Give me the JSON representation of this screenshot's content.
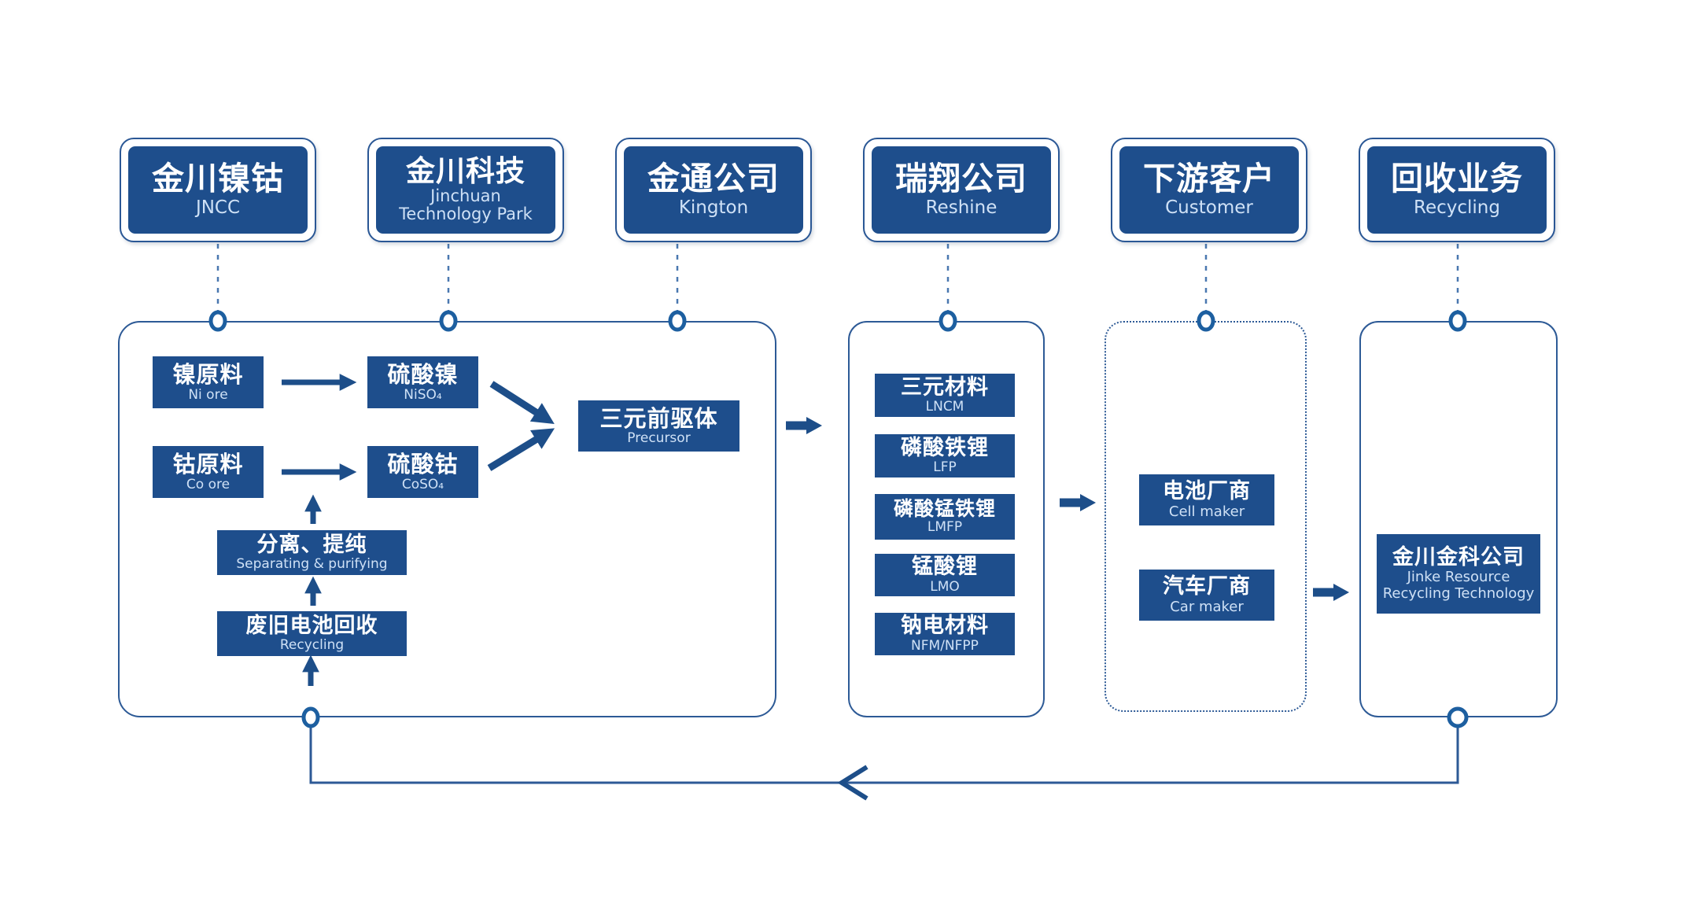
{
  "colors": {
    "node_fill": "#1e4e8c",
    "line_navy": "#2d5a96",
    "arrow_navy": "#1d4e89",
    "dashed_blue": "#4a78b0",
    "subtitle_text": "#cfe1f6",
    "background": "#ffffff"
  },
  "header_cards": [
    {
      "title": "金川镍钴",
      "subtitle": "JNCC"
    },
    {
      "title": "金川科技",
      "subtitle_lines": [
        "Jinchuan",
        "Technology Park"
      ]
    },
    {
      "title": "金通公司",
      "subtitle": "Kington"
    },
    {
      "title": "瑞翔公司",
      "subtitle": "Reshine"
    },
    {
      "title": "下游客户",
      "subtitle": "Customer"
    },
    {
      "title": "回收业务",
      "subtitle": "Recycling"
    }
  ],
  "jncc_flow": {
    "ni_ore": {
      "title": "镍原料",
      "subtitle": "Ni ore"
    },
    "niso4": {
      "title": "硫酸镍",
      "subtitle": "NiSO₄"
    },
    "co_ore": {
      "title": "钴原料",
      "subtitle": "Co ore"
    },
    "coso4": {
      "title": "硫酸钴",
      "subtitle": "CoSO₄"
    },
    "separating": {
      "title": "分离、提纯",
      "subtitle": "Separating & purifying"
    },
    "battery_recycling": {
      "title": "废旧电池回收",
      "subtitle": "Recycling"
    },
    "precursor": {
      "title": "三元前驱体",
      "subtitle": "Precursor"
    }
  },
  "reshine_products": [
    {
      "title": "三元材料",
      "subtitle": "LNCM"
    },
    {
      "title": "磷酸铁锂",
      "subtitle": "LFP"
    },
    {
      "title": "磷酸锰铁锂",
      "subtitle": "LMFP"
    },
    {
      "title": "锰酸锂",
      "subtitle": "LMO"
    },
    {
      "title": "钠电材料",
      "subtitle": "NFM/NFPP"
    }
  ],
  "customer_boxes": [
    {
      "title": "电池厂商",
      "subtitle": "Cell maker"
    },
    {
      "title": "汽车厂商",
      "subtitle": "Car maker"
    }
  ],
  "recycling_company": {
    "title": "金川金科公司",
    "subtitle_lines": [
      "Jinke Resource",
      "Recycling Technology"
    ]
  }
}
